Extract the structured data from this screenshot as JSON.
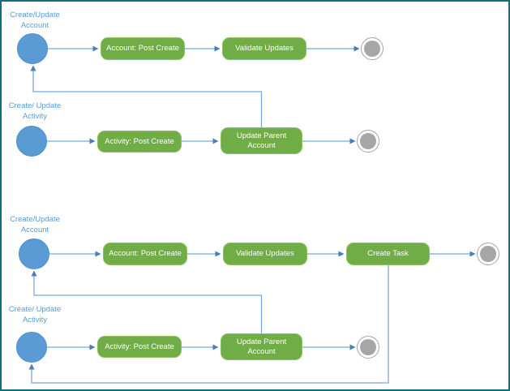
{
  "colors": {
    "start_event_blue": "#5B9BD5",
    "task_green": "#70AD47",
    "task_border_green": "#8DC262",
    "end_event_gray": "#A6A6A6",
    "connector_blue": "#7BA7D9",
    "arrowhead_blue": "#4A7EBB",
    "label_blue": "#5B9BD5",
    "task_text": "#FFFFFF",
    "frame_teal": "#0E7175",
    "background": "#FFFFFF"
  },
  "flows": [
    {
      "account": {
        "start_label": "Create/Update\nAccount",
        "tasks": {
          "post_create": "Account: Post Create",
          "validate": "Validate Updates"
        }
      },
      "activity": {
        "start_label": "Create/ Update\nActivity",
        "tasks": {
          "post_create": "Activity: Post Create",
          "update_parent": "Update Parent\nAccount"
        }
      }
    },
    {
      "account": {
        "start_label": "Create/Update\nAccount",
        "tasks": {
          "post_create": "Account: Post Create",
          "validate": "Validate Updates",
          "create_task": "Create Task"
        }
      },
      "activity": {
        "start_label": "Create/ Update\nActivity",
        "tasks": {
          "post_create": "Activity: Post Create",
          "update_parent": "Update Parent\nAccount"
        }
      }
    }
  ]
}
